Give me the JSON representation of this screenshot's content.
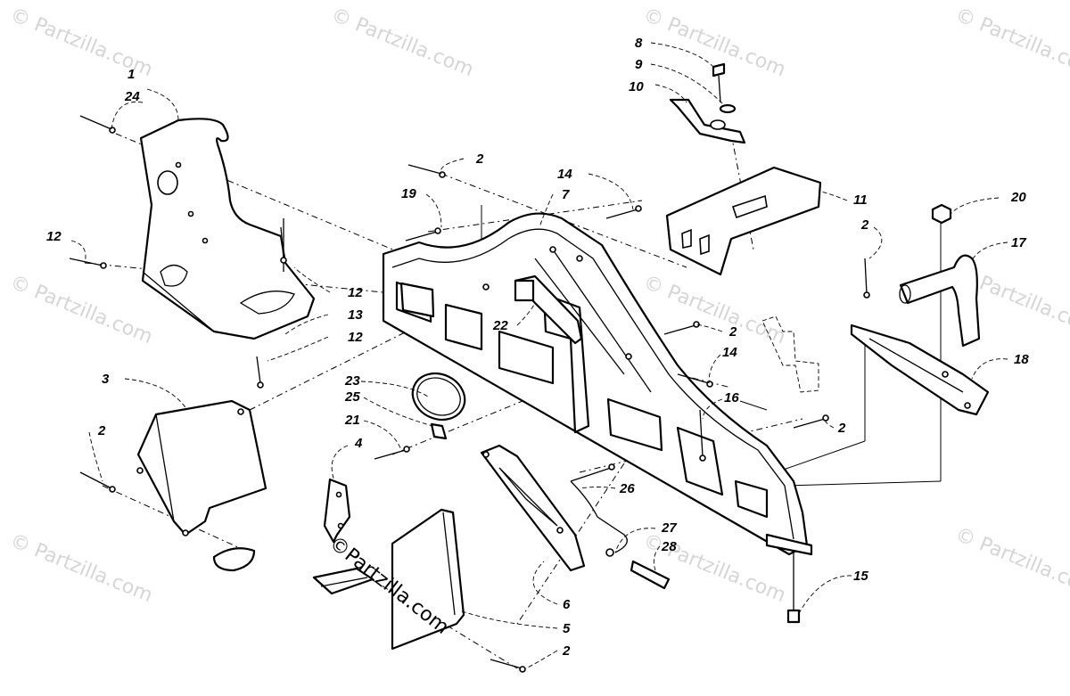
{
  "watermark": {
    "text": "© Partzilla.com",
    "prominent_text": "©Partzilla.com"
  },
  "callouts": [
    {
      "id": "c1",
      "label": "1"
    },
    {
      "id": "c24",
      "label": "24"
    },
    {
      "id": "c12a",
      "label": "12"
    },
    {
      "id": "c12b",
      "label": "12"
    },
    {
      "id": "c13",
      "label": "13"
    },
    {
      "id": "c12c",
      "label": "12"
    },
    {
      "id": "c3",
      "label": "3"
    },
    {
      "id": "c2a",
      "label": "2"
    },
    {
      "id": "c2b",
      "label": "2"
    },
    {
      "id": "c19",
      "label": "19"
    },
    {
      "id": "c7",
      "label": "7"
    },
    {
      "id": "c14a",
      "label": "14"
    },
    {
      "id": "c22",
      "label": "22"
    },
    {
      "id": "c23",
      "label": "23"
    },
    {
      "id": "c25",
      "label": "25"
    },
    {
      "id": "c21",
      "label": "21"
    },
    {
      "id": "c4",
      "label": "4"
    },
    {
      "id": "c8",
      "label": "8"
    },
    {
      "id": "c9",
      "label": "9"
    },
    {
      "id": "c10",
      "label": "10"
    },
    {
      "id": "c11",
      "label": "11"
    },
    {
      "id": "c2c",
      "label": "2"
    },
    {
      "id": "c20",
      "label": "20"
    },
    {
      "id": "c17",
      "label": "17"
    },
    {
      "id": "c18",
      "label": "18"
    },
    {
      "id": "c2d",
      "label": "2"
    },
    {
      "id": "c14b",
      "label": "14"
    },
    {
      "id": "c16",
      "label": "16"
    },
    {
      "id": "c2e",
      "label": "2"
    },
    {
      "id": "c26",
      "label": "26"
    },
    {
      "id": "c27",
      "label": "27"
    },
    {
      "id": "c28",
      "label": "28"
    },
    {
      "id": "c15",
      "label": "15"
    },
    {
      "id": "c6",
      "label": "6"
    },
    {
      "id": "c5",
      "label": "5"
    },
    {
      "id": "c2f",
      "label": "2"
    }
  ]
}
